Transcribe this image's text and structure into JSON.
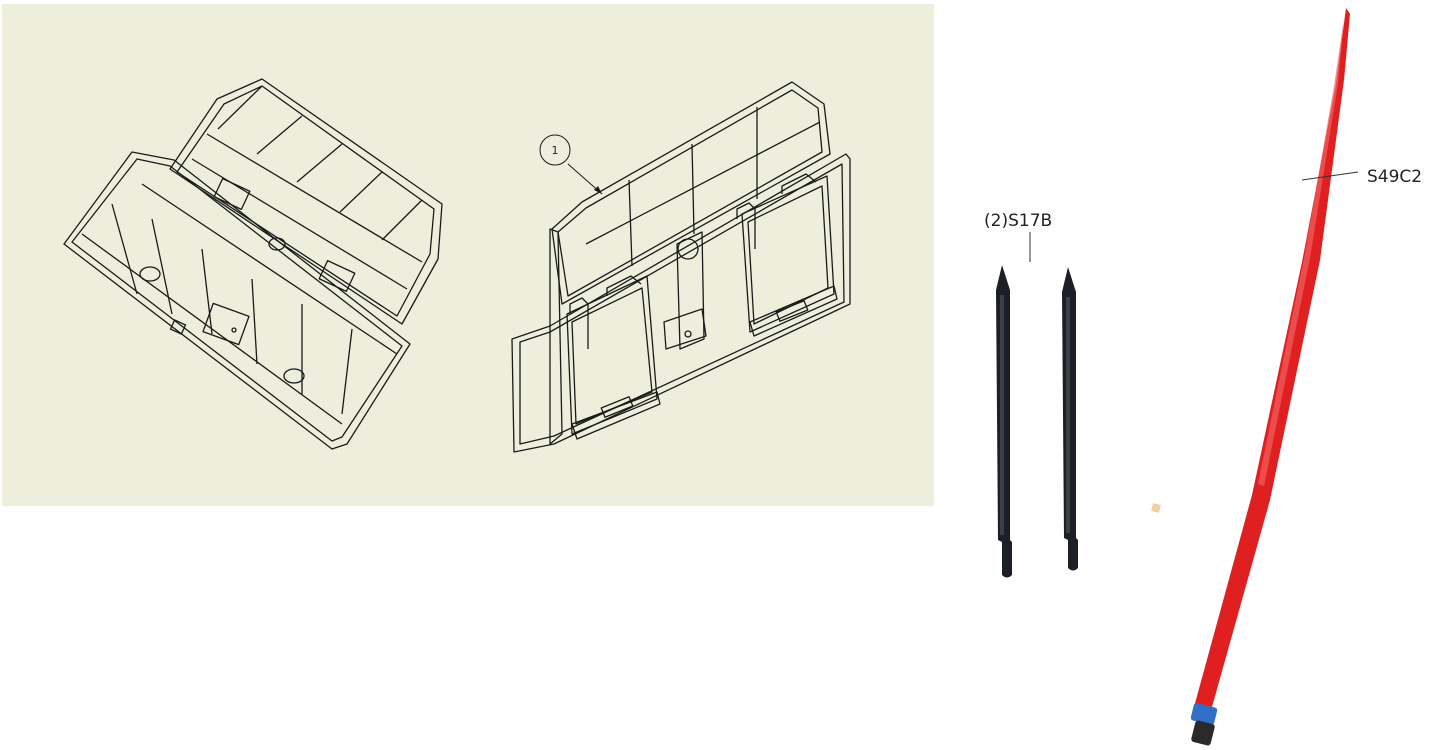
{
  "drawing": {
    "balloon_number": "1"
  },
  "parts": {
    "short_tines_label": "(2)S17B",
    "long_tine_label": "S49C2"
  },
  "colors": {
    "drawing_background": "#eeeedd",
    "line_work": "#1a1a1a",
    "short_tine": "#1c1f26",
    "long_tine": "#e02020",
    "collar": "#2f6fc8"
  }
}
